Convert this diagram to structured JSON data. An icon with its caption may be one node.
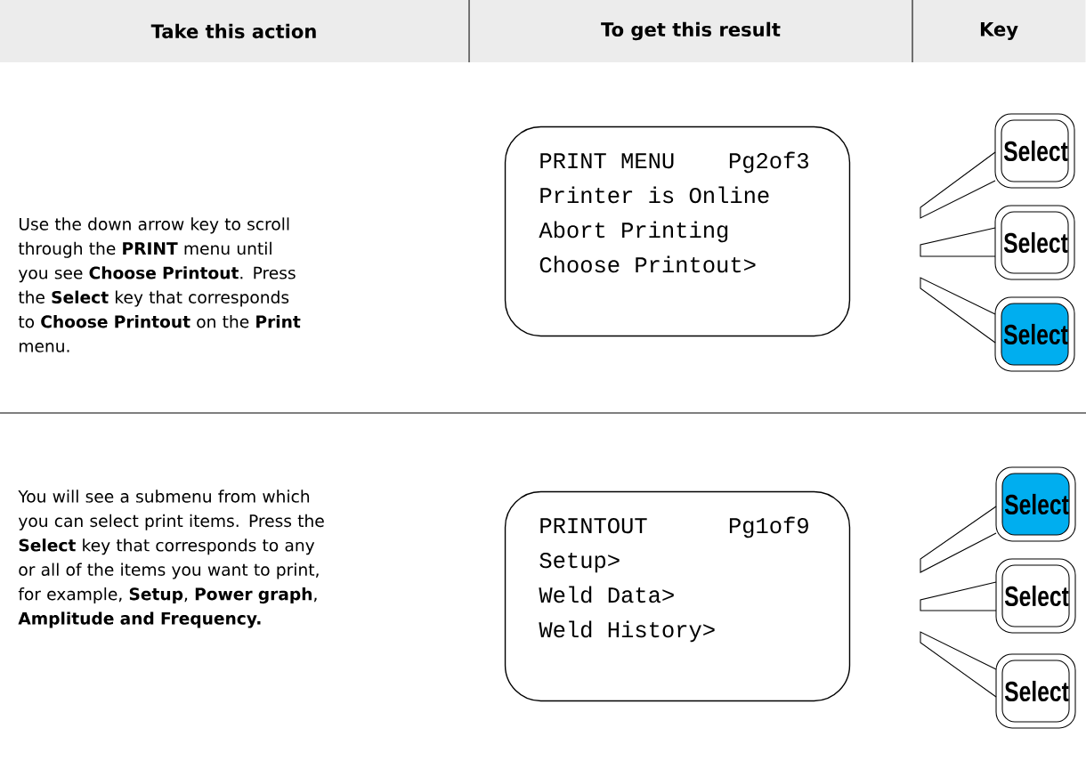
{
  "diagram": {
    "nodes": [
      {
        "text": [
          "PRINT MENU",
          "Pg2of3",
          "Printer is Online",
          "Abort Printing",
          "Choose Printout>"
        ]
      },
      {
        "text": [
          "Select"
        ]
      },
      {
        "text": [
          "Select"
        ]
      },
      {
        "text": [
          "Select"
        ]
      },
      {
        "text": [
          "PRINTOUT",
          "Pg1of9",
          "Setup>",
          "Weld Data>",
          "Weld History>"
        ]
      },
      {
        "text": [
          "Select"
        ]
      },
      {
        "text": [
          "Select"
        ]
      },
      {
        "text": [
          "Select"
        ]
      }
    ],
    "labels": [
      "Take this action",
      "To get this result",
      "Key",
      "Use the down arrow key to scroll through the **PRINT** menu until you see **Choose Printout**. Press the **Select** key that corresponds to **Choose Printout** on the **Print** menu.",
      "You will see a submenu from which you can select print items. Press the **Select** key that corresponds to any or all of the items you want to print, for example, **Setup**, **Power graph**, **Amplitude and Frequency.**"
    ]
  }
}
